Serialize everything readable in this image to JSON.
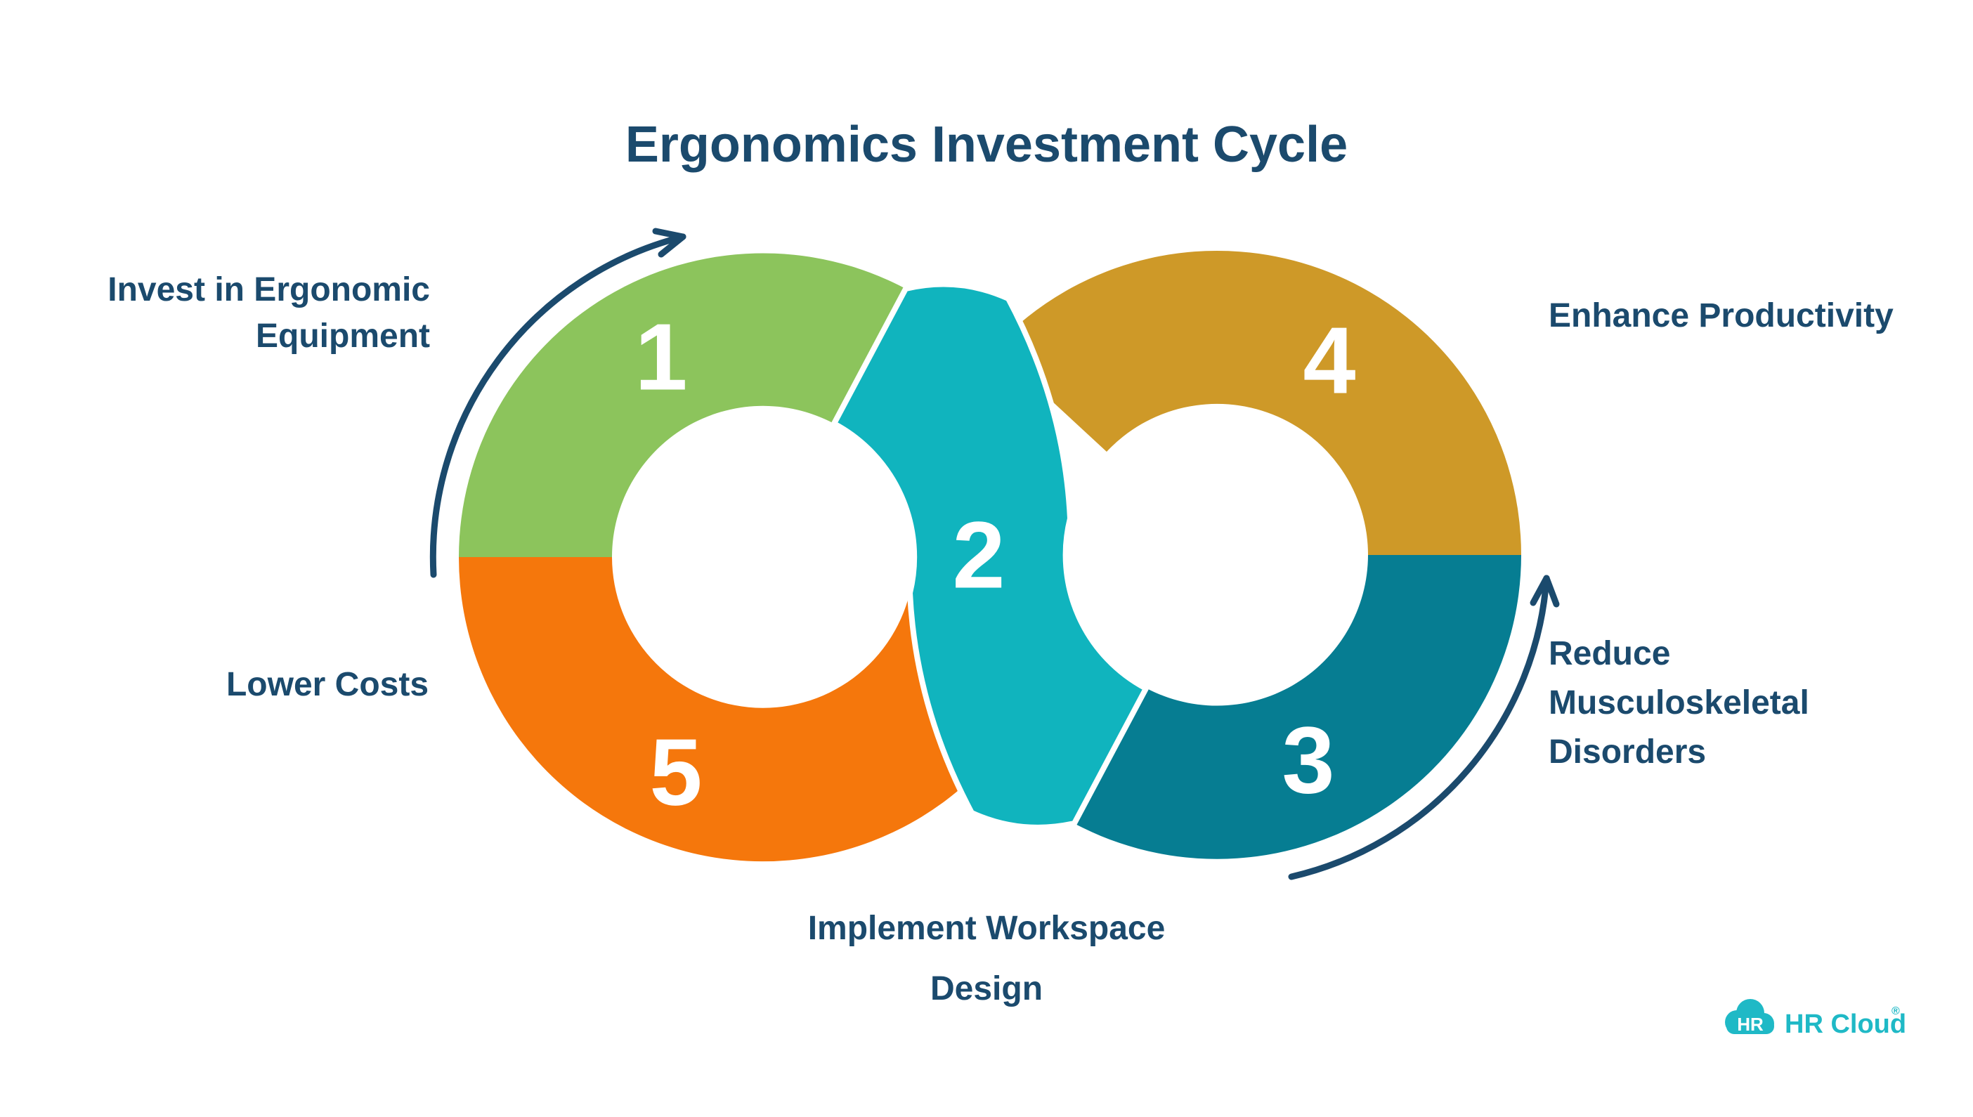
{
  "title": "Ergonomics Investment Cycle",
  "colors": {
    "green": "#8CC45C",
    "teal": "#10B4BE",
    "dark_teal": "#067D92",
    "gold": "#CE9928",
    "orange": "#F5770C",
    "navy": "#1B4A6D",
    "number_text": "#FFFFFF",
    "logo_teal": "#1FB9C6",
    "background": "#FFFFFF"
  },
  "cycle": {
    "steps": [
      {
        "number": "1",
        "label": "Invest in Ergonomic Equipment",
        "color": "#8CC45C"
      },
      {
        "number": "2",
        "label": "Implement Workspace Design",
        "color": "#10B4BE"
      },
      {
        "number": "3",
        "label": "Reduce Musculoskeletal Disorders",
        "color": "#067D92"
      },
      {
        "number": "4",
        "label": "Enhance Productivity",
        "color": "#CE9928"
      },
      {
        "number": "5",
        "label": "Lower Costs",
        "color": "#F5770C"
      }
    ]
  },
  "labels": {
    "invest_line1": "Invest in Ergonomic",
    "invest_line2": "Equipment",
    "lower": "Lower Costs",
    "implement_line1": "Implement Workspace",
    "implement_line2": "Design",
    "enhance": "Enhance Productivity",
    "reduce_line1": "Reduce",
    "reduce_line2": "Musculoskeletal",
    "reduce_line3": "Disorders"
  },
  "logo": {
    "icon_text": "HR",
    "brand": "HR Cloud",
    "mark": "®"
  }
}
